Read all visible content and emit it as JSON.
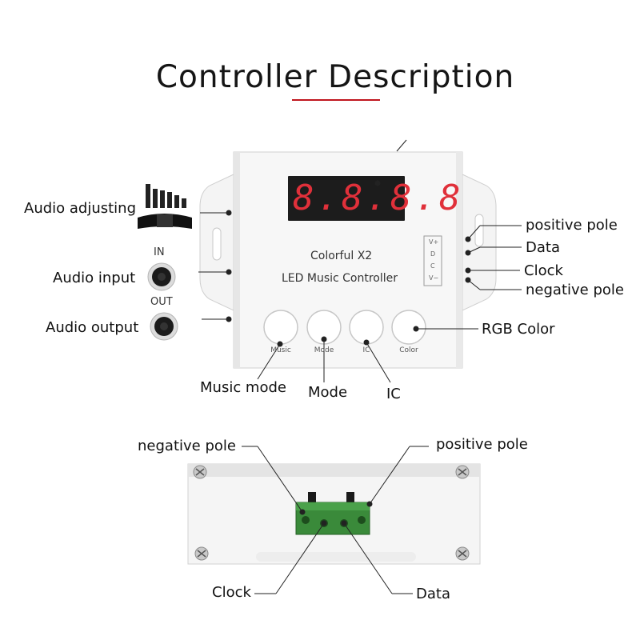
{
  "title": "Controller Description",
  "accent_color": "#c0161e",
  "display": {
    "digits": "8.8.8.8"
  },
  "panel": {
    "line1": "Colorful  X2",
    "line2": "LED Music Controller",
    "terminals": [
      "V+",
      "D",
      "C",
      "V−"
    ],
    "buttons": [
      "Music",
      "Mode",
      "IC",
      "Color"
    ],
    "jack_in": "IN",
    "jack_out": "OUT"
  },
  "labels": {
    "audio_adjusting": "Audio adjusting",
    "audio_input": "Audio input",
    "audio_output": "Audio output",
    "positive_pole": "positive pole",
    "data": "Data",
    "clock": "Clock",
    "negative_pole": "negative pole",
    "rgb_color": "RGB Color",
    "music_mode": "Music mode",
    "mode": "Mode",
    "ic": "IC"
  },
  "bottom_labels": {
    "negative_pole": "negative pole",
    "positive_pole": "positive pole",
    "clock": "Clock",
    "data": "Data"
  },
  "icons": [
    "audio-slider-icon",
    "audio-jack-icon",
    "screw-icon",
    "terminal-block-icon"
  ]
}
